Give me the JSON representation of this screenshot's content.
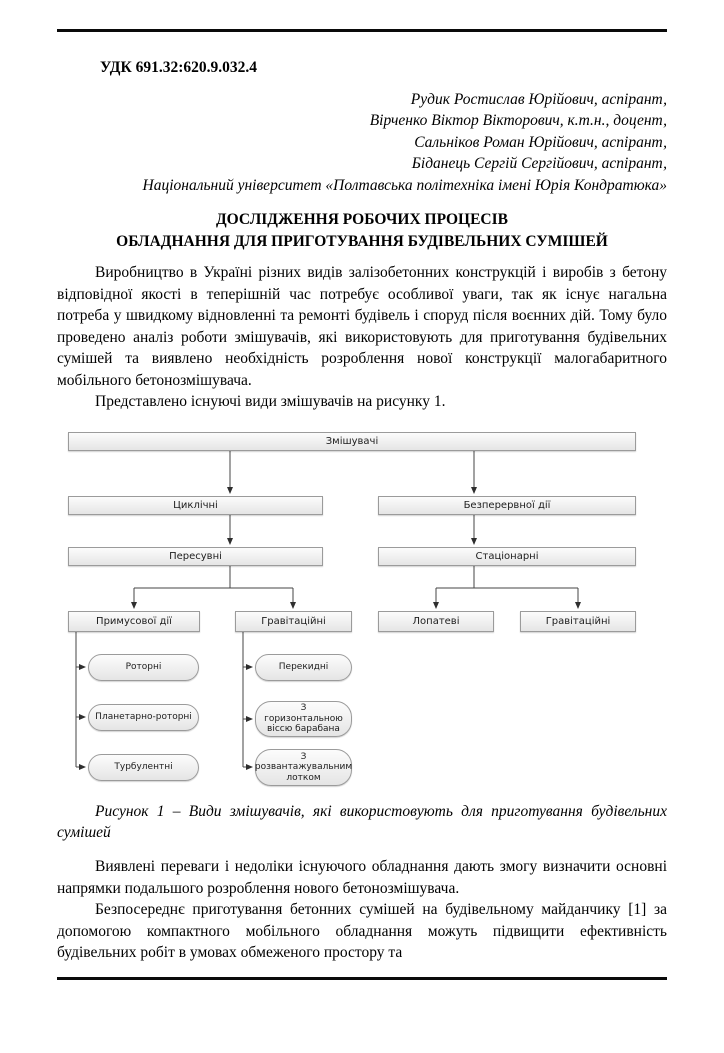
{
  "doc": {
    "udc": "УДК 691.32:620.9.032.4",
    "authors": [
      "Рудик Ростислав Юрійович, аспірант,",
      "Вірченко Віктор Вікторович, к.т.н., доцент,",
      "Сальніков Роман Юрійович, аспірант,",
      "Біданець Сергій Сергійович, аспірант,",
      "Національний університет «Полтавська політехніка імені Юрія Кондратюка»"
    ],
    "title": [
      "ДОСЛІДЖЕННЯ РОБОЧИХ ПРОЦЕСІВ",
      "ОБЛАДНАННЯ ДЛЯ ПРИГОТУВАННЯ БУДІВЕЛЬНИХ СУМІШЕЙ"
    ],
    "paragraphs": {
      "p1": "Виробництво в Україні різних видів залізобетонних конструкцій і виробів з бетону відповідної якості в теперішній час потребує особливої уваги, так як існує нагальна потреба у швидкому відновленні та ремонті будівель і споруд після воєнних дій. Тому було проведено аналіз роботи змішувачів, які використовують для приготування будівельних сумішей та виявлено необхідність розроблення нової конструкції малогабаритного мобільного бетонозмішувача.",
      "p2": "Представлено існуючі види змішувачів на рисунку 1.",
      "p3": "Виявлені переваги і недоліки існуючого обладнання дають змогу визначити основні напрямки подальшого розроблення нового бетонозмішувача.",
      "p4": "Безпосереднє приготування бетонних сумішей на будівельному майданчику [1] за допомогою компактного мобільного обладнання можуть підвищити ефективність будівельних робіт в умовах обмеженого простору та"
    },
    "figure_caption": "Рисунок 1 – Види змішувачів, які використовують для приготування будівельних сумішей"
  },
  "diagram": {
    "nodes": {
      "root": "Змішувачі",
      "cyclic": "Циклічні",
      "continuous": "Безперервної дії",
      "mobile": "Пересувні",
      "stationary": "Стаціонарні",
      "forced_action": "Примусової дії",
      "gravity_left": "Гравітаційні",
      "paddle": "Лопатеві",
      "gravity_right": "Гравітаційні",
      "rotor": "Роторні",
      "planetary_rotor": "Планетарно-роторні",
      "turbulent": "Турбулентні",
      "tilting": "Перекидні",
      "horizontal_drum_axis": "З горизонтальною віссю барабана",
      "discharge_chute": "З розвантажувальним лотком"
    }
  }
}
